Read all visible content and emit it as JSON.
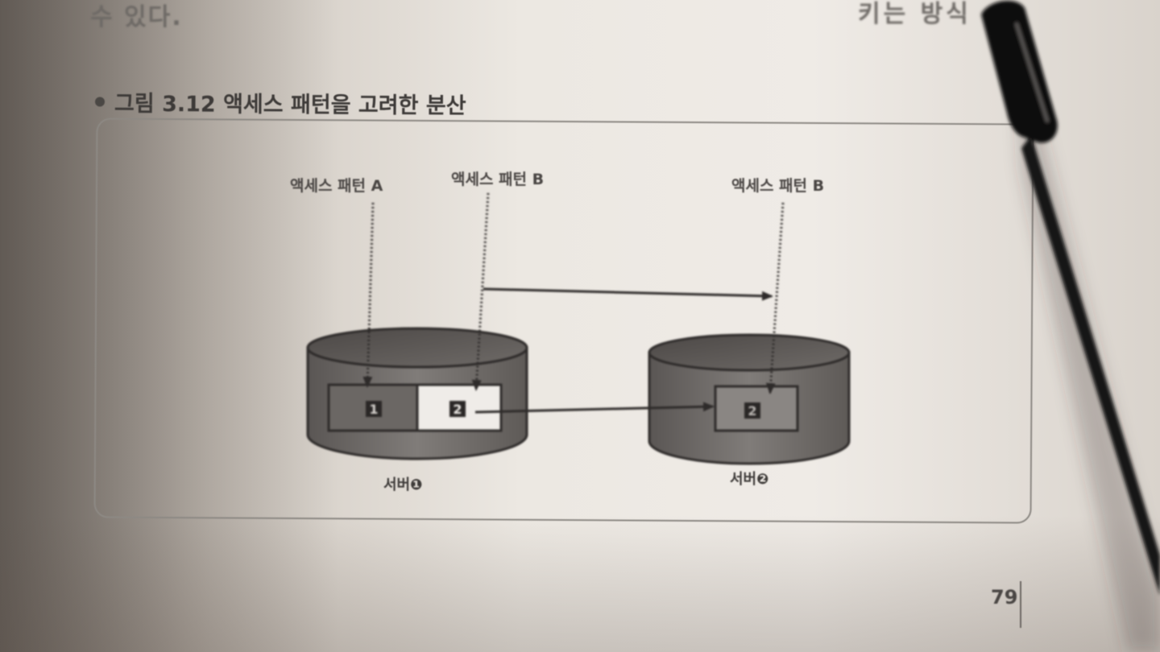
{
  "page": {
    "top_line_left": "수 있다.",
    "top_line_right": "키는 방식",
    "page_number": "79"
  },
  "figure": {
    "caption": "그림 3.12 액세스 패턴을 고려한 분산",
    "labels": {
      "pattern_a": "액세스 패턴 A",
      "pattern_b_left": "액세스 패턴 B",
      "pattern_b_right": "액세스 패턴 B"
    },
    "servers": [
      {
        "label": "서버❶",
        "partitions": [
          "1",
          "2"
        ]
      },
      {
        "label": "서버❷",
        "partitions": [
          "2"
        ]
      }
    ]
  },
  "colors": {
    "cylinder_dark": "#5f5b58",
    "cylinder_mid": "#858180",
    "partition_dark": "#6b6764",
    "partition_light": "#efece8",
    "line": "#2e2b2a"
  }
}
